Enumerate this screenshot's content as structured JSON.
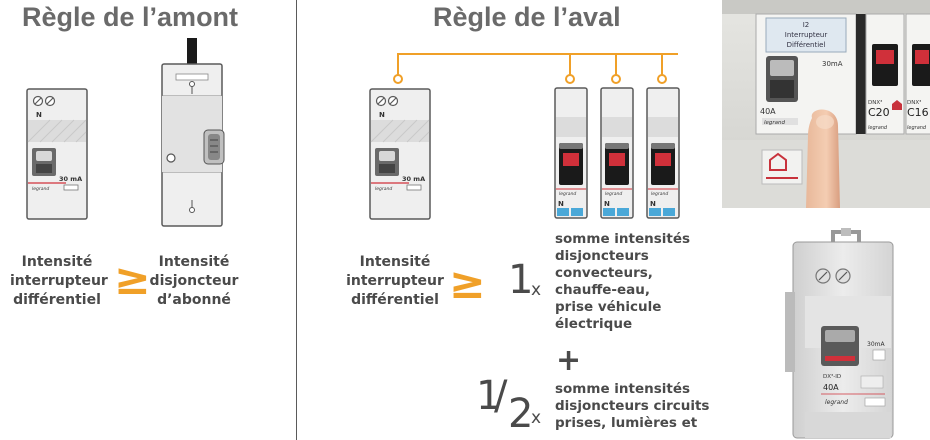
{
  "left": {
    "title": "Règle de l’amont",
    "label_a": [
      "Intensité",
      "interrupteur",
      "différentiel"
    ],
    "label_b": [
      "Intensité",
      "disjoncteur",
      "d’abonné"
    ],
    "comparator": "≥",
    "device_a": {
      "terminal": "N",
      "rating": "30 mA",
      "brand": "legrand"
    }
  },
  "right": {
    "title": "Règle de l’aval",
    "label_a": [
      "Intensité",
      "interrupteur",
      "différentiel"
    ],
    "comparator": "≥",
    "device_a": {
      "terminal": "N",
      "rating": "30 mA",
      "brand": "legrand"
    },
    "breaker_terminal": "N",
    "breaker_brand": "legrand",
    "term1_coef": "1",
    "term1_x": "x",
    "term1_text": [
      "somme intensités",
      "disjoncteurs",
      "convecteurs,",
      "chauffe-eau,",
      "prise véhicule",
      "électrique"
    ],
    "plus": "+",
    "term2_num": "1",
    "term2_slash": "/",
    "term2_den": "2",
    "term2_x": "x",
    "term2_text": [
      "somme intensités",
      "disjoncteurs circuits",
      "prises, lumières et"
    ]
  },
  "photo_top": {
    "panel_title": [
      "I2",
      "Interrupteur",
      "Différentiel"
    ],
    "rating": "30mA",
    "label_left": "40A",
    "brand": "legrand",
    "breaker1": {
      "model": "DNX³",
      "rating": "C20"
    },
    "breaker2": {
      "model": "DNX³",
      "rating": "C16"
    }
  },
  "photo_bottom": {
    "rating": "30mA",
    "model": "DX³-ID",
    "amps": "40A",
    "brand": "legrand"
  },
  "colors": {
    "accent": "#f0a028",
    "text": "#4a4a4a",
    "title": "#6a6a6a",
    "device_border": "#5a5a5a",
    "breaker_red": "#d0303a",
    "terminal_blue": "#4aa8d8",
    "icon_red": "#c8323c"
  }
}
